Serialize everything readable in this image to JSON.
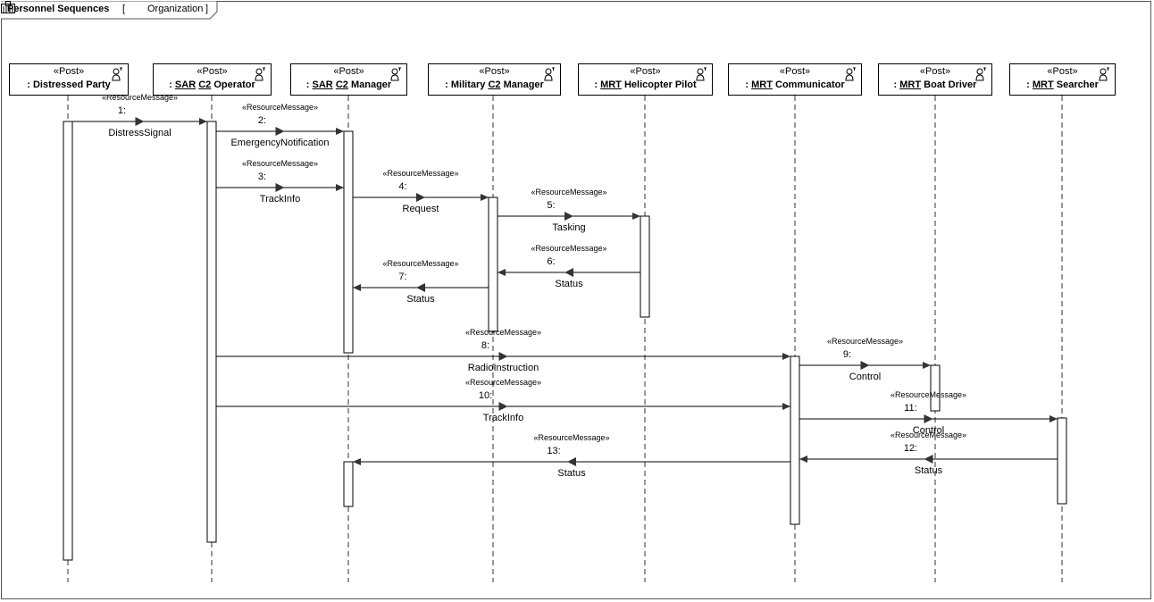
{
  "diagram": {
    "title": "Personnel Sequences",
    "kind_label": "Organization",
    "kind_icon": "organization-icon",
    "bracket_open": "[",
    "bracket_close": "]"
  },
  "lifelines": [
    {
      "id": "dp",
      "stereotype": "«Post»",
      "prefix": ": ",
      "underlined": "",
      "underlined2": "",
      "name": "Distressed Party"
    },
    {
      "id": "sop",
      "stereotype": "«Post»",
      "prefix": ": ",
      "underlined": "SAR",
      "underlined2": "C2",
      "name": "Operator"
    },
    {
      "id": "smg",
      "stereotype": "«Post»",
      "prefix": ": ",
      "underlined": "SAR",
      "underlined2": "C2",
      "name": "Manager"
    },
    {
      "id": "mil",
      "stereotype": "«Post»",
      "prefix": ": Military ",
      "underlined": "",
      "underlined2": "C2",
      "name": "Manager"
    },
    {
      "id": "hel",
      "stereotype": "«Post»",
      "prefix": ": ",
      "underlined": "MRT",
      "underlined2": "",
      "name": "Helicopter Pilot"
    },
    {
      "id": "com",
      "stereotype": "«Post»",
      "prefix": ": ",
      "underlined": "MRT",
      "underlined2": "",
      "name": "Communicator"
    },
    {
      "id": "boa",
      "stereotype": "«Post»",
      "prefix": ": ",
      "underlined": "MRT",
      "underlined2": "",
      "name": "Boat Driver"
    },
    {
      "id": "sea",
      "stereotype": "«Post»",
      "prefix": ": ",
      "underlined": "MRT",
      "underlined2": "",
      "name": "Searcher"
    }
  ],
  "messages": [
    {
      "num": "1:",
      "stereotype": "«ResourceMessage»",
      "name": "DistressSignal",
      "from": "dp",
      "to": "sop"
    },
    {
      "num": "2:",
      "stereotype": "«ResourceMessage»",
      "name": "EmergencyNotification",
      "from": "sop",
      "to": "smg"
    },
    {
      "num": "3:",
      "stereotype": "«ResourceMessage»",
      "name": "TrackInfo",
      "from": "sop",
      "to": "smg"
    },
    {
      "num": "4:",
      "stereotype": "«ResourceMessage»",
      "name": "Request",
      "from": "smg",
      "to": "mil"
    },
    {
      "num": "5:",
      "stereotype": "«ResourceMessage»",
      "name": "Tasking",
      "from": "mil",
      "to": "hel"
    },
    {
      "num": "6:",
      "stereotype": "«ResourceMessage»",
      "name": "Status",
      "from": "hel",
      "to": "mil"
    },
    {
      "num": "7:",
      "stereotype": "«ResourceMessage»",
      "name": "Status",
      "from": "mil",
      "to": "smg"
    },
    {
      "num": "8:",
      "stereotype": "«ResourceMessage»",
      "name": "RadioInstruction",
      "from": "sop",
      "to": "com"
    },
    {
      "num": "9:",
      "stereotype": "«ResourceMessage»",
      "name": "Control",
      "from": "com",
      "to": "boa"
    },
    {
      "num": "10:",
      "stereotype": "«ResourceMessage»",
      "name": "TrackInfo",
      "from": "sop",
      "to": "com"
    },
    {
      "num": "11:",
      "stereotype": "«ResourceMessage»",
      "name": "Control",
      "from": "com",
      "to": "sea"
    },
    {
      "num": "12:",
      "stereotype": "«ResourceMessage»",
      "name": "Status",
      "from": "sea",
      "to": "com"
    },
    {
      "num": "13:",
      "stereotype": "«ResourceMessage»",
      "name": "Status",
      "from": "com",
      "to": "smg"
    }
  ],
  "colors": {
    "line": "#000000",
    "lifeline": "#333333",
    "frame": "#555555"
  }
}
